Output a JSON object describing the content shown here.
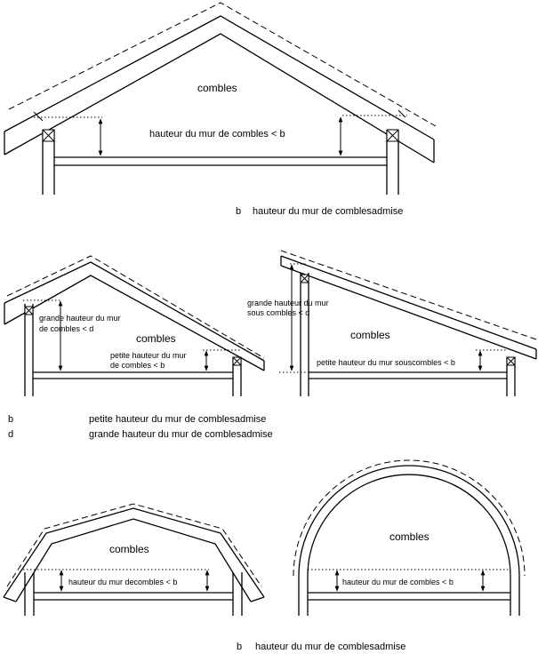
{
  "d1": {
    "room": "combles",
    "height": "hauteur du mur de combles < b",
    "legend_b_key": "b",
    "legend_b_text": "hauteur du mur de comblesadmise"
  },
  "d2": {
    "room": "combles",
    "big": [
      "grande hauteur du mur",
      "de combles < d"
    ],
    "small": [
      "petite hauteur du mur",
      "de combles < b"
    ]
  },
  "d3": {
    "room": "combles",
    "big": [
      "grande hauteur du mur",
      "sous combles < d"
    ],
    "small": "petite hauteur du mur souscombles < b"
  },
  "legend_mid": {
    "b_key": "b",
    "b_text": "petite hauteur du mur de comblesadmise",
    "d_key": "d",
    "d_text": "grande hauteur du mur de comblesadmise"
  },
  "d4": {
    "room": "combles",
    "height": "hauteur du mur decombles < b"
  },
  "d5": {
    "room": "combles",
    "height": "hauteur du mur de combles < b"
  },
  "legend_bottom": {
    "b_key": "b",
    "b_text": "hauteur du mur de comblesadmise"
  }
}
